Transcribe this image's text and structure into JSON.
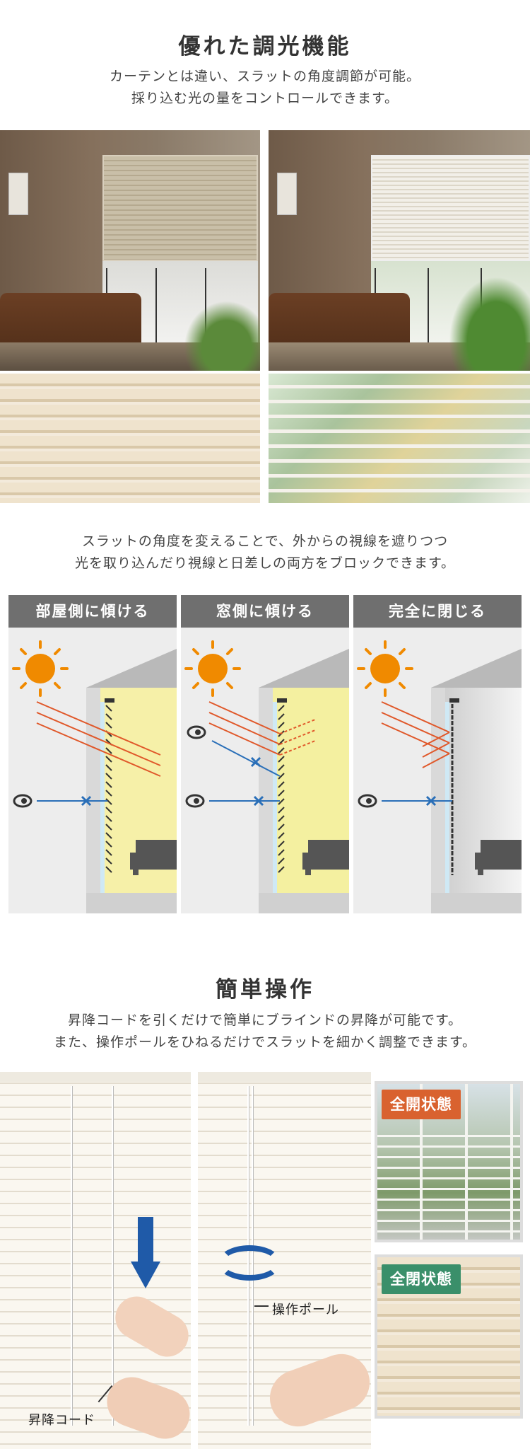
{
  "section1": {
    "title": "優れた調光機能",
    "lead_line1": "カーテンとは違い、スラットの角度調節が可能。",
    "lead_line2": "採り込む光の量をコントロールできます。"
  },
  "section2": {
    "lead_line1": "スラットの角度を変えることで、外からの視線を遮りつつ",
    "lead_line2": "光を取り込んだり視線と日差しの両方をブロックできます。",
    "panels": [
      {
        "label": "部屋側に傾ける"
      },
      {
        "label": "窓側に傾ける"
      },
      {
        "label": "完全に閉じる"
      }
    ]
  },
  "section3": {
    "title": "簡単操作",
    "lead_line1": "昇降コードを引くだけで簡単にブラインドの昇降が可能です。",
    "lead_line2": "また、操作ポールをひねるだけでスラットを細かく調整できます。",
    "cord_label": "昇降コード",
    "pole_label": "操作ポール",
    "badge_top": "全開状態",
    "badge_bottom": "全閉状態"
  },
  "colors": {
    "sun": "#f08a00",
    "ray": "#e0582a",
    "sight": "#2a6fb8",
    "badge_open": "#d9622f",
    "badge_closed": "#3a8f6a",
    "arrow_blue": "#1f5aa8"
  }
}
